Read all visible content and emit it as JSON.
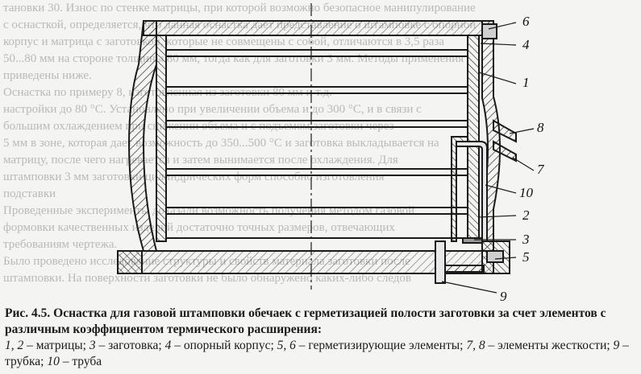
{
  "background_text": [
    "тановки 30. Износ по стенке матрицы, при которой возможно безопасное манипулирование",
    "с оснасткой, определяется, что данная оснастка дает представление о штамповке с опорной",
    "корпус и матрица с заготовкой, которые не совмещены с собой, отличаются в 3,5 раза",
    "50...80 мм на стороне толщины 80 мм, тогда как для заготовки 3 мм. Методы применения",
    "приведены ниже.",
    "Оснастка по примеру 8, изготовленная из заготовки 80 мм и т.д.",
    "настройки до 80 °С. Установлено при увеличении объема и до 300 °С, и в связи с",
    "большим охлаждением при снижении объема и с подъемом заготовки через",
    "5 мм в зоне, которая дает возможность до 350...500 °С и заготовка выкладывается на",
    "матрицу, после чего нагревается и затем вынимается после охлаждения. Для",
    "штамповки 3 мм заготовки цилиндрических форм способно изготовления",
    "подставки",
    "Проведенные эксперименты доказали возможность получения методом газовой",
    "формовки качественных изделий достаточно точных размеров, отвечающих",
    "требованиям чертежа.",
    "Было проведено исследование структуры и свойств материала заготовки после",
    "штамповки. На поверхности заготовки не было обнаружено каких-либо следов"
  ],
  "figure": {
    "labels": {
      "l6": "6",
      "l4": "4",
      "l1": "1",
      "l8": "8",
      "l7": "7",
      "l10": "10",
      "l2": "2",
      "l3": "3",
      "l5": "5",
      "l9": "9"
    },
    "colors": {
      "line": "#1a1a1a",
      "hatch": "#2a2a2a"
    }
  },
  "caption": {
    "title": "Рис. 4.5. Оснастка для газовой штамповки обечаек с герметизацией полости заготовки за счет элементов с различным коэффициентом термического расширения:",
    "legend_1": "1, 2",
    "legend_1_text": " – матрицы; ",
    "legend_2": "3",
    "legend_2_text": " – заготовка; ",
    "legend_3": "4",
    "legend_3_text": " – опорный корпус; ",
    "legend_4": "5, 6",
    "legend_4_text": " – герметизирующие элементы; ",
    "legend_5": "7, 8",
    "legend_5_text": " – элементы жесткости; ",
    "legend_6": "9",
    "legend_6_text": " – трубка; ",
    "legend_7": "10",
    "legend_7_text": " – труба"
  }
}
